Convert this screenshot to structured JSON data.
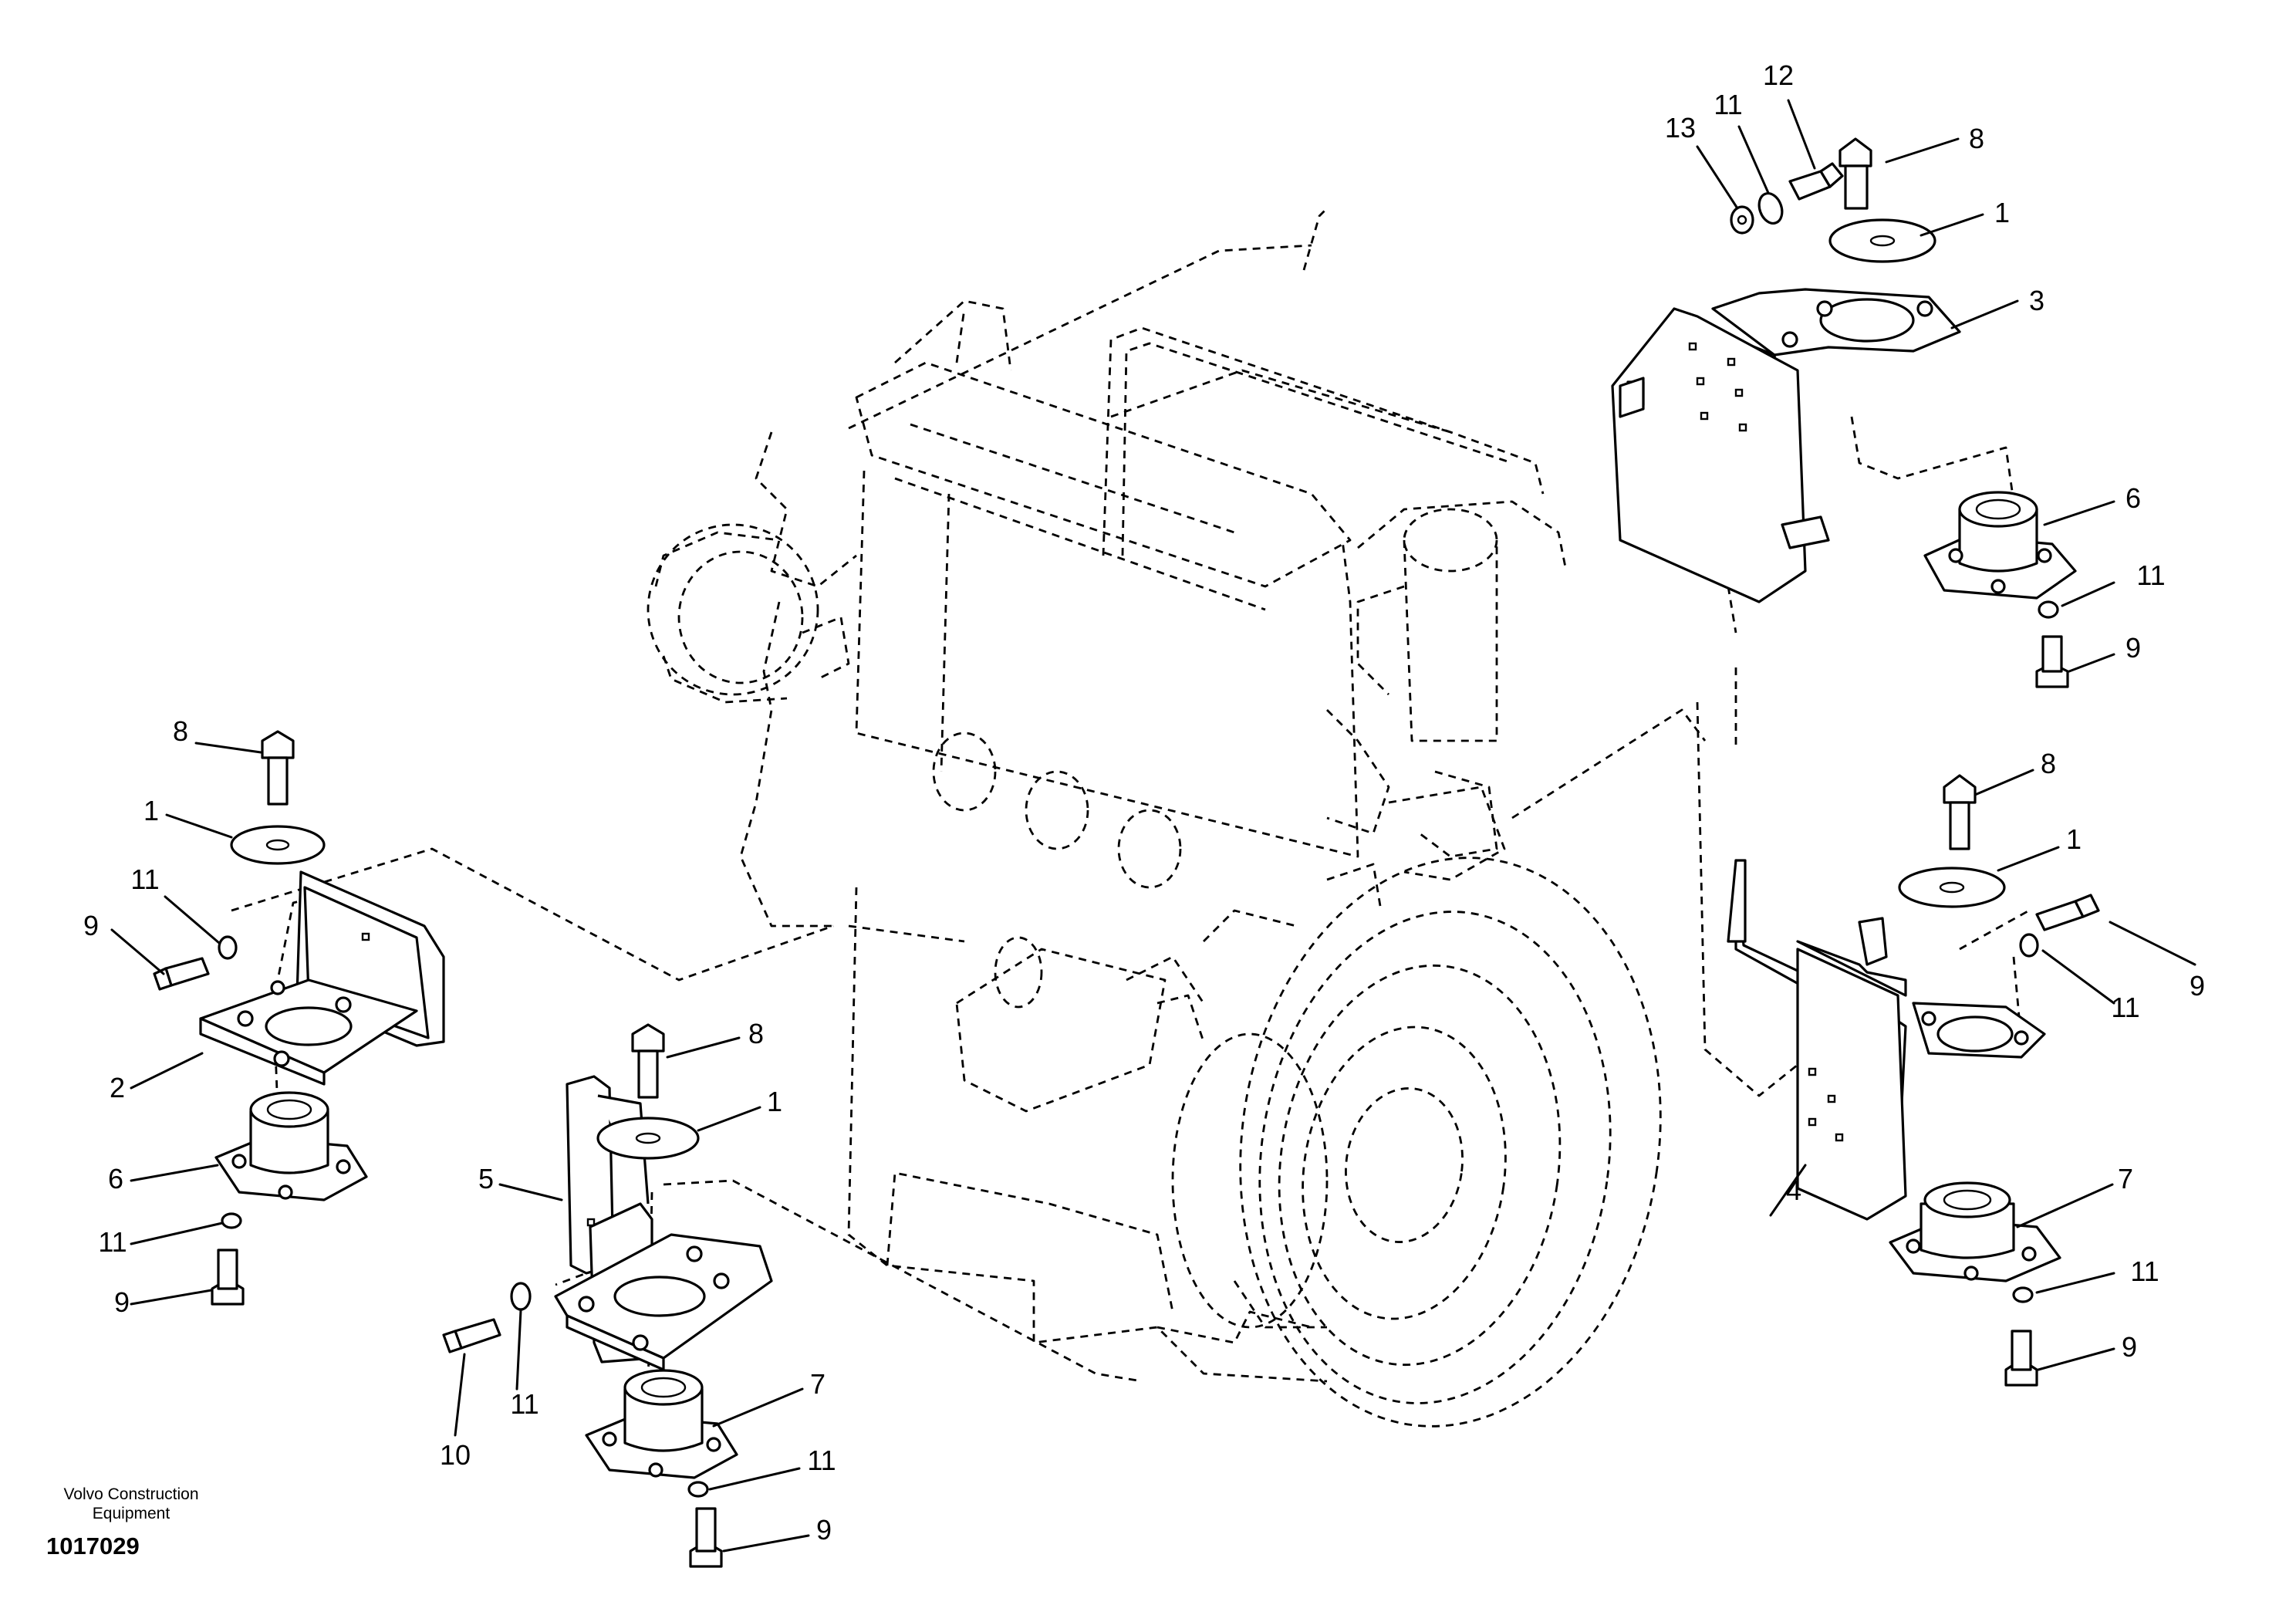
{
  "footer": {
    "brand_line1": "Volvo Construction",
    "brand_line2": "Equipment",
    "drawing_number": "1017029"
  },
  "callouts": [
    {
      "id": "c01",
      "text": "12"
    },
    {
      "id": "c02",
      "text": "11"
    },
    {
      "id": "c03",
      "text": "13"
    },
    {
      "id": "c04",
      "text": "8"
    },
    {
      "id": "c05",
      "text": "1"
    },
    {
      "id": "c06",
      "text": "3"
    },
    {
      "id": "c07",
      "text": "6"
    },
    {
      "id": "c08",
      "text": "11"
    },
    {
      "id": "c09",
      "text": "9"
    },
    {
      "id": "c10",
      "text": "8"
    },
    {
      "id": "c11",
      "text": "1"
    },
    {
      "id": "c12",
      "text": "9"
    },
    {
      "id": "c13",
      "text": "11"
    },
    {
      "id": "c14",
      "text": "4"
    },
    {
      "id": "c15",
      "text": "7"
    },
    {
      "id": "c16",
      "text": "11"
    },
    {
      "id": "c17",
      "text": "9"
    },
    {
      "id": "c18",
      "text": "8"
    },
    {
      "id": "c19",
      "text": "1"
    },
    {
      "id": "c20",
      "text": "11"
    },
    {
      "id": "c21",
      "text": "9"
    },
    {
      "id": "c22",
      "text": "2"
    },
    {
      "id": "c23",
      "text": "6"
    },
    {
      "id": "c24",
      "text": "11"
    },
    {
      "id": "c25",
      "text": "9"
    },
    {
      "id": "c26",
      "text": "8"
    },
    {
      "id": "c27",
      "text": "1"
    },
    {
      "id": "c28",
      "text": "5"
    },
    {
      "id": "c29",
      "text": "10"
    },
    {
      "id": "c30",
      "text": "11"
    },
    {
      "id": "c31",
      "text": "7"
    },
    {
      "id": "c32",
      "text": "11"
    },
    {
      "id": "c33",
      "text": "9"
    }
  ]
}
